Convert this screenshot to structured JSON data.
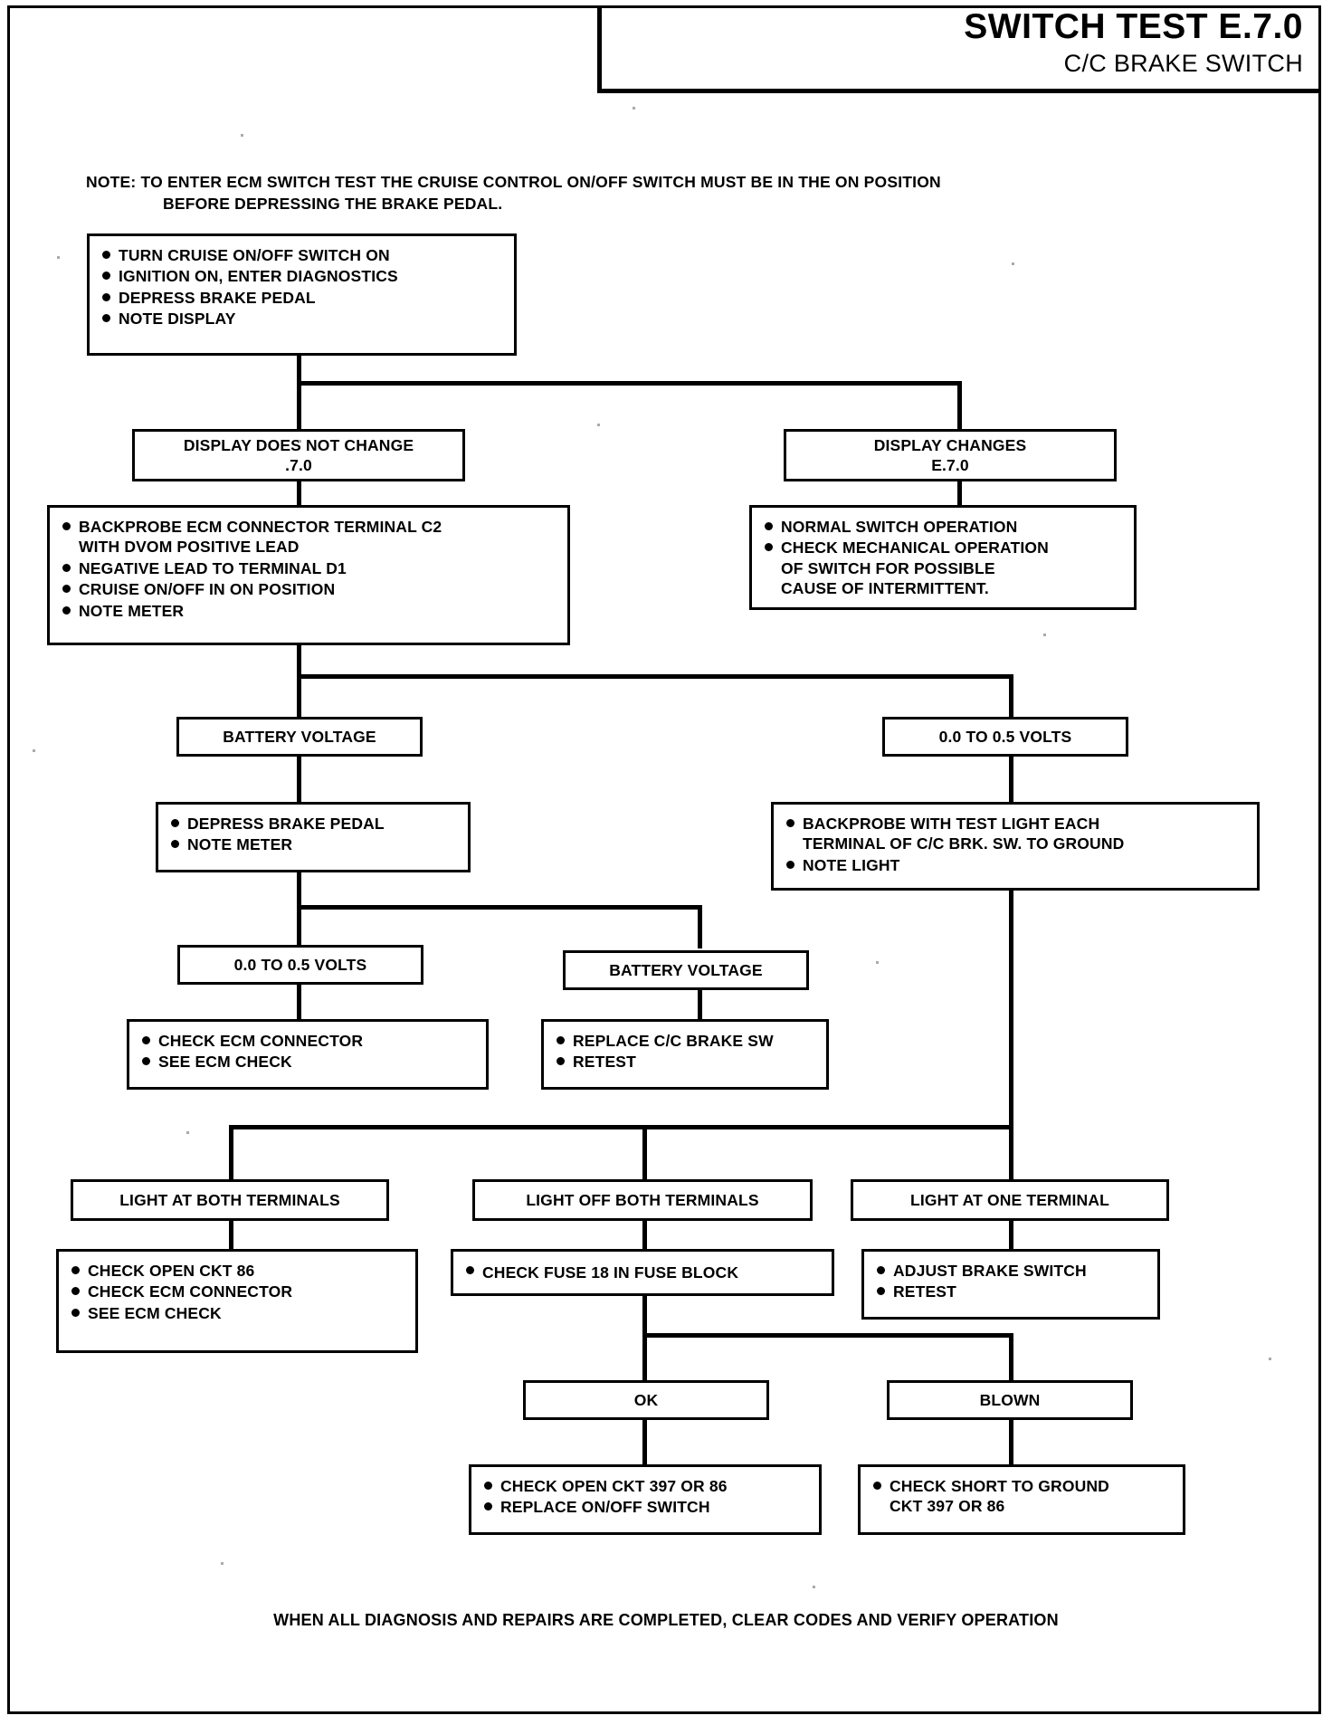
{
  "header": {
    "title": "SWITCH TEST E.7.0",
    "subtitle": "C/C BRAKE SWITCH"
  },
  "note": {
    "line1": "NOTE: TO ENTER ECM SWITCH TEST THE CRUISE CONTROL ON/OFF SWITCH MUST BE IN THE ON POSITION",
    "line2": "BEFORE DEPRESSING THE BRAKE PEDAL."
  },
  "footer": "WHEN ALL DIAGNOSIS AND REPAIRS ARE COMPLETED, CLEAR CODES AND VERIFY OPERATION",
  "nodes": {
    "start": {
      "items": [
        "TURN CRUISE ON/OFF SWITCH ON",
        "IGNITION ON, ENTER DIAGNOSTICS",
        "DEPRESS BRAKE PEDAL",
        "NOTE DISPLAY"
      ]
    },
    "display_no_change": {
      "line1": "DISPLAY DOES NOT CHANGE",
      "line2": ".7.0"
    },
    "display_changes": {
      "line1": "DISPLAY CHANGES",
      "line2": "E.7.0"
    },
    "normal_operation": {
      "items": [
        "NORMAL SWITCH OPERATION",
        "CHECK MECHANICAL OPERATION\nOF SWITCH  FOR POSSIBLE\nCAUSE OF INTERMITTENT."
      ]
    },
    "backprobe_ecm": {
      "items": [
        "BACKPROBE ECM CONNECTOR TERMINAL C2\nWITH DVOM POSITIVE LEAD",
        "NEGATIVE LEAD  TO TERMINAL D1",
        "CRUISE ON/OFF IN ON POSITION",
        "NOTE METER"
      ]
    },
    "battery_voltage_1": {
      "label": "BATTERY VOLTAGE"
    },
    "volts_0_05_right": {
      "label": "0.0 TO 0.5 VOLTS"
    },
    "depress_note": {
      "items": [
        "DEPRESS BRAKE PEDAL",
        "NOTE METER"
      ]
    },
    "backprobe_testlight": {
      "items": [
        "BACKPROBE WITH TEST LIGHT EACH\nTERMINAL OF C/C BRK. SW. TO GROUND",
        "NOTE LIGHT"
      ]
    },
    "volts_0_05_left": {
      "label": "0.0 TO 0.5 VOLTS"
    },
    "battery_voltage_2": {
      "label": "BATTERY VOLTAGE"
    },
    "check_ecm_conn": {
      "items": [
        "CHECK ECM CONNECTOR",
        "SEE ECM CHECK"
      ]
    },
    "replace_brake_sw": {
      "items": [
        "REPLACE C/C BRAKE SW",
        "RETEST"
      ]
    },
    "light_both": {
      "label": "LIGHT AT BOTH TERMINALS"
    },
    "light_off_both": {
      "label": "LIGHT OFF BOTH TERMINALS"
    },
    "light_one": {
      "label": "LIGHT AT ONE TERMINAL"
    },
    "check_open_86": {
      "items": [
        "CHECK OPEN CKT 86",
        "CHECK ECM CONNECTOR",
        "SEE  ECM CHECK"
      ]
    },
    "check_fuse_18": {
      "items": [
        "CHECK FUSE 18 IN FUSE BLOCK"
      ]
    },
    "adjust_brake_sw": {
      "items": [
        "ADJUST BRAKE SWITCH",
        "RETEST"
      ]
    },
    "ok": {
      "label": "OK"
    },
    "blown": {
      "label": "BLOWN"
    },
    "check_open_397": {
      "items": [
        "CHECK OPEN CKT 397 OR 86",
        "REPLACE ON/OFF SWITCH"
      ]
    },
    "check_short": {
      "items": [
        "CHECK SHORT TO GROUND\nCKT 397 OR 86"
      ]
    }
  },
  "colors": {
    "ink": "#000000",
    "paper": "#ffffff"
  }
}
